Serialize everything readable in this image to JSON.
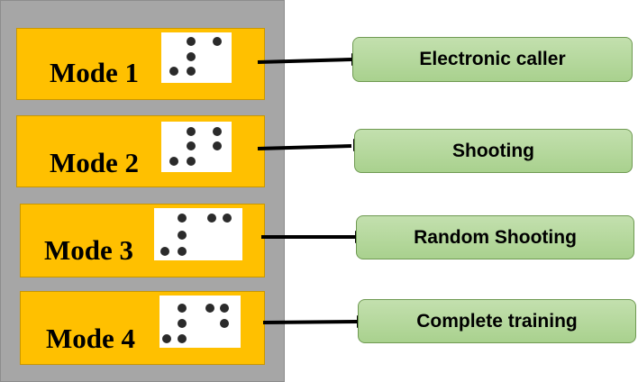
{
  "modes": [
    {
      "label": "Mode 1",
      "function": "Electronic caller"
    },
    {
      "label": "Mode 2",
      "function": "Shooting"
    },
    {
      "label": "Mode 3",
      "function": "Random Shooting"
    },
    {
      "label": "Mode 4",
      "function": "Complete training"
    }
  ],
  "colors": {
    "panel": "#a6a6a6",
    "mode_box": "#ffc000",
    "function_box": "#a9d18e",
    "dot": "#2b2b2b"
  }
}
